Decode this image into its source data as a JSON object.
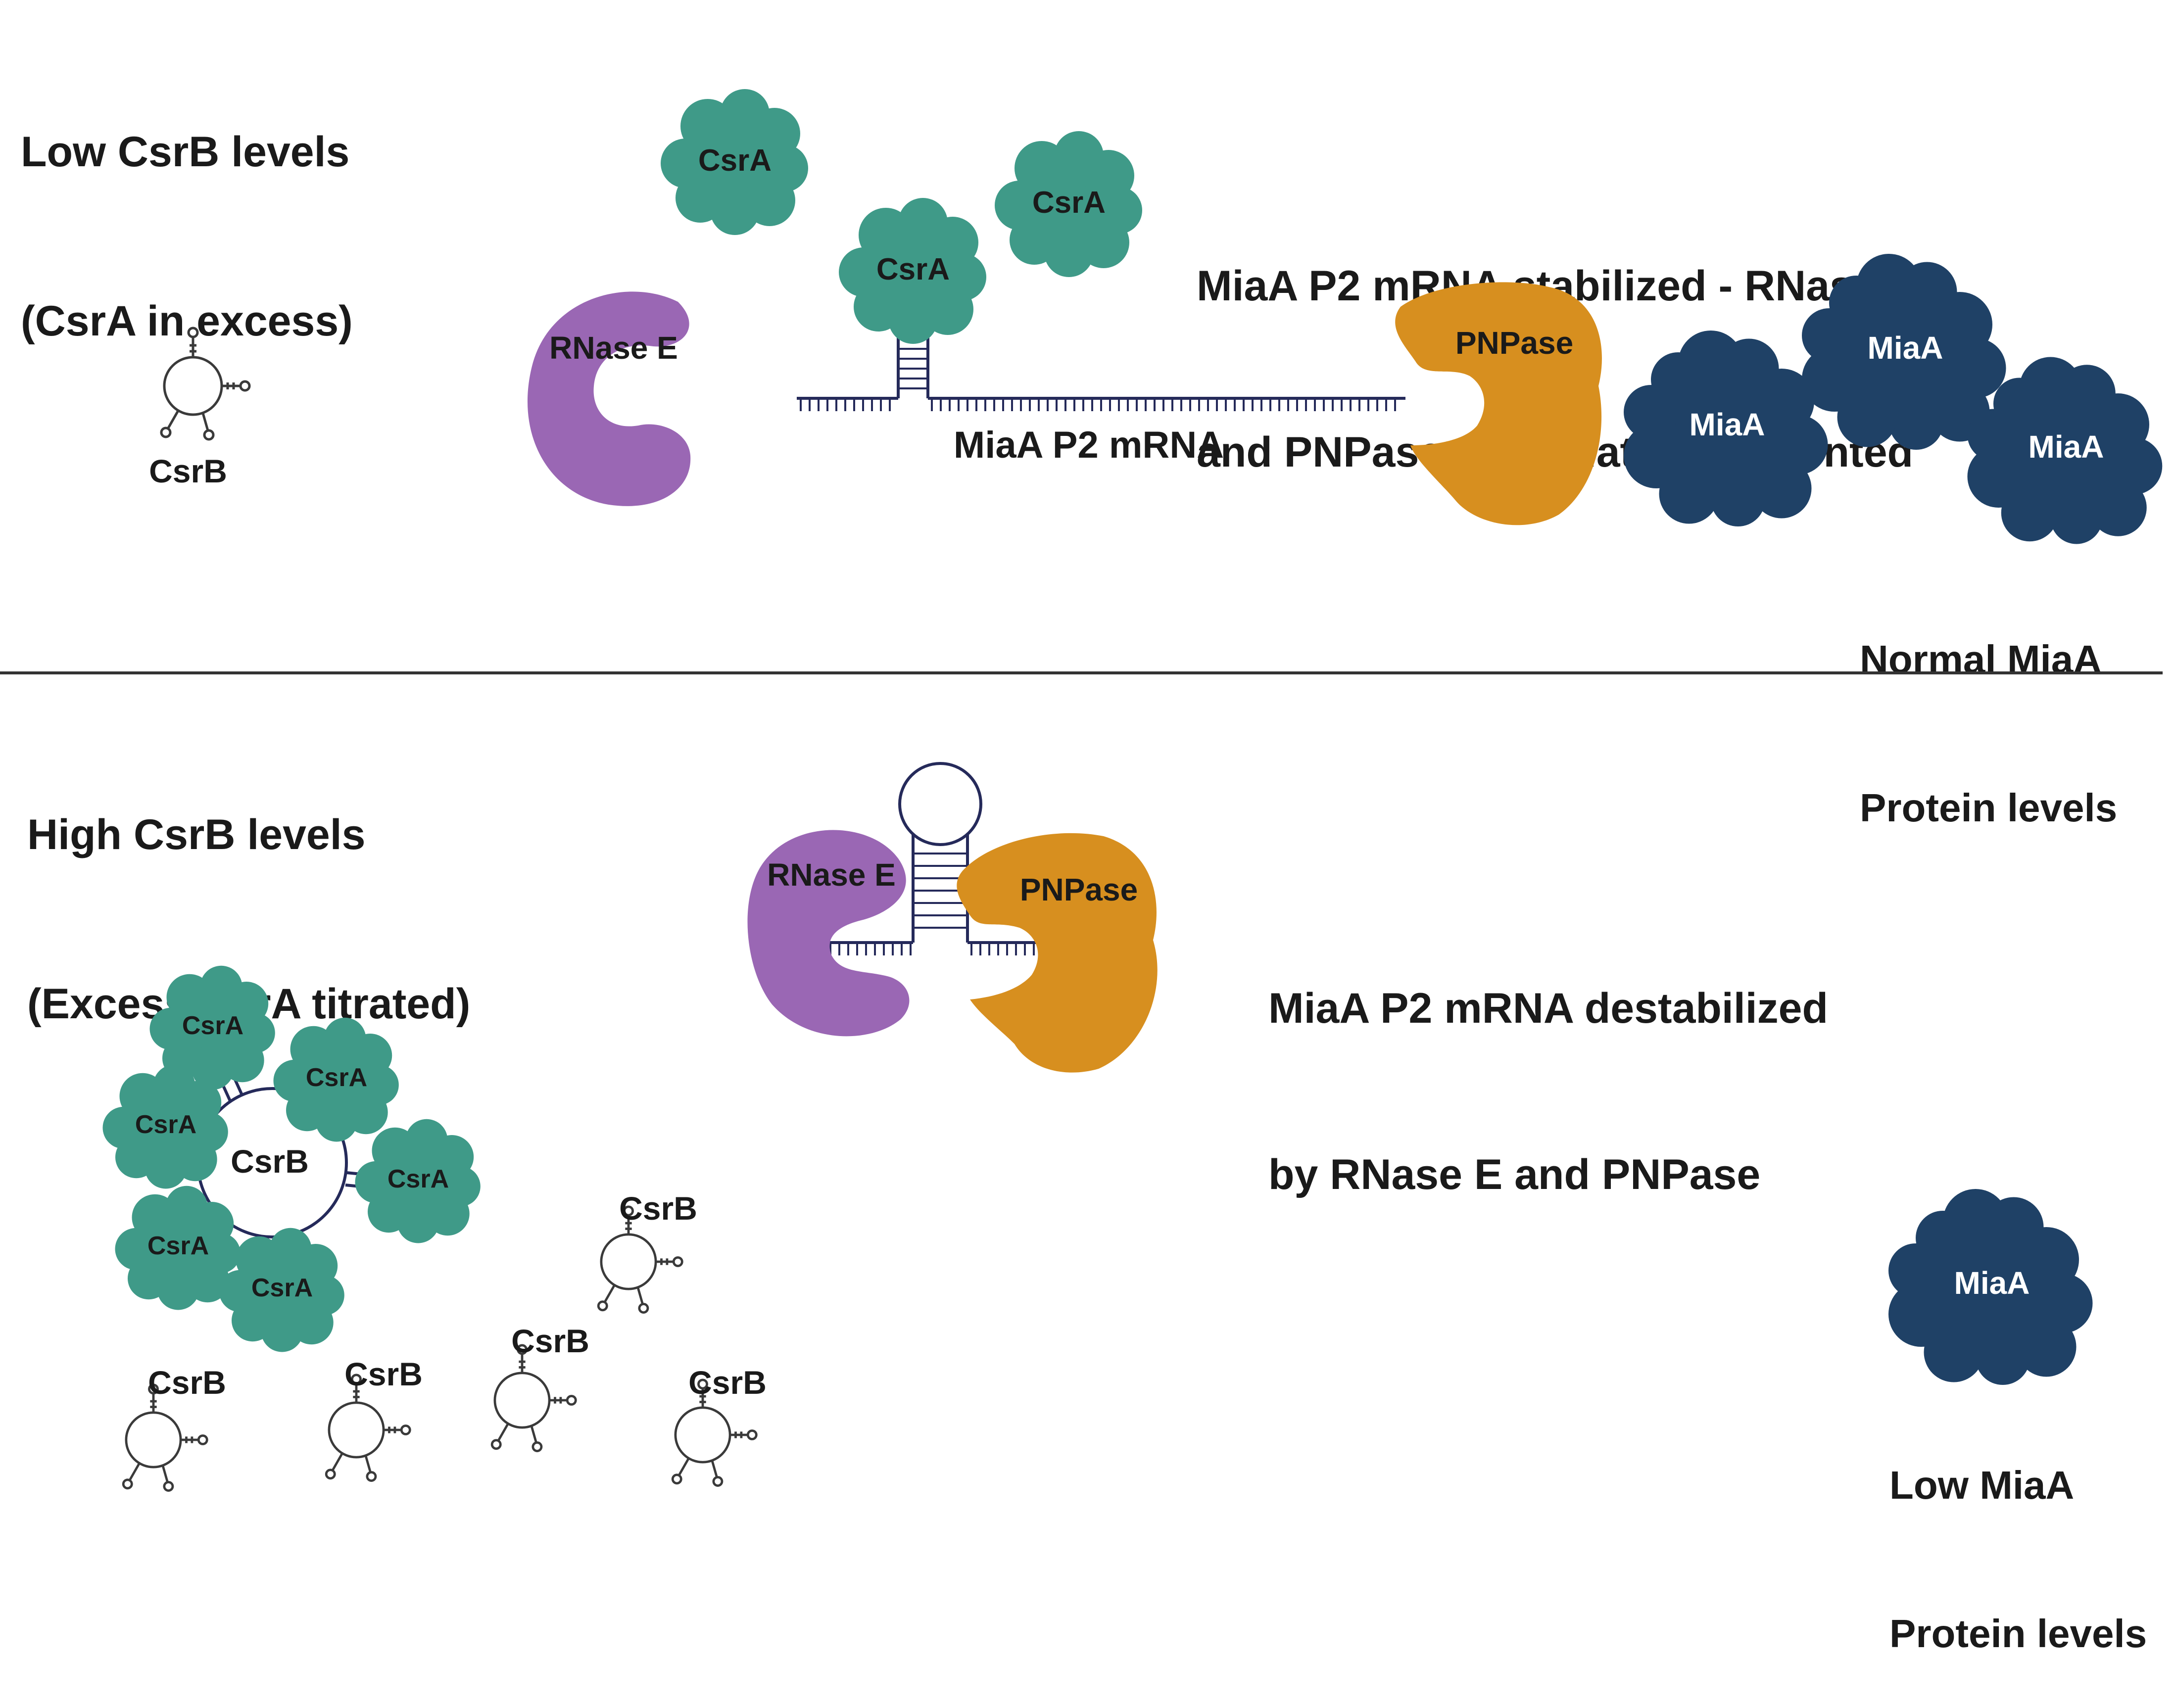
{
  "panels": {
    "top": {
      "heading_line1": "Low CsrB levels",
      "heading_line2": "(CsrA in excess)",
      "outcome_line1": "MiaA P2 mRNA stabilized - RNase E",
      "outcome_line2": "and PNPase degradation prevented",
      "mrna_label": "MiaA P2 mRNA",
      "protein_line1": "Normal MiaA",
      "protein_line2": "Protein levels"
    },
    "bottom": {
      "heading_line1": "High CsrB levels",
      "heading_line2": "(Excess CsrA titrated)",
      "outcome_line1": "MiaA P2 mRNA destabilized",
      "outcome_line2": "by RNase E and PNPase",
      "protein_line1": "Low MiaA",
      "protein_line2": "Protein levels"
    }
  },
  "labels": {
    "csra": "CsrA",
    "csrb": "CsrB",
    "rnase_e": "RNase E",
    "pnpase": "PNPase",
    "miaa": "MiaA"
  },
  "colors": {
    "csra": "#3f9a88",
    "rnase_e": "#9a67b4",
    "pnpase": "#d78f1f",
    "miaa": "#1f4166",
    "rna_line": "#252a5a",
    "divider": "#333333",
    "text": "#1a1a1a"
  }
}
